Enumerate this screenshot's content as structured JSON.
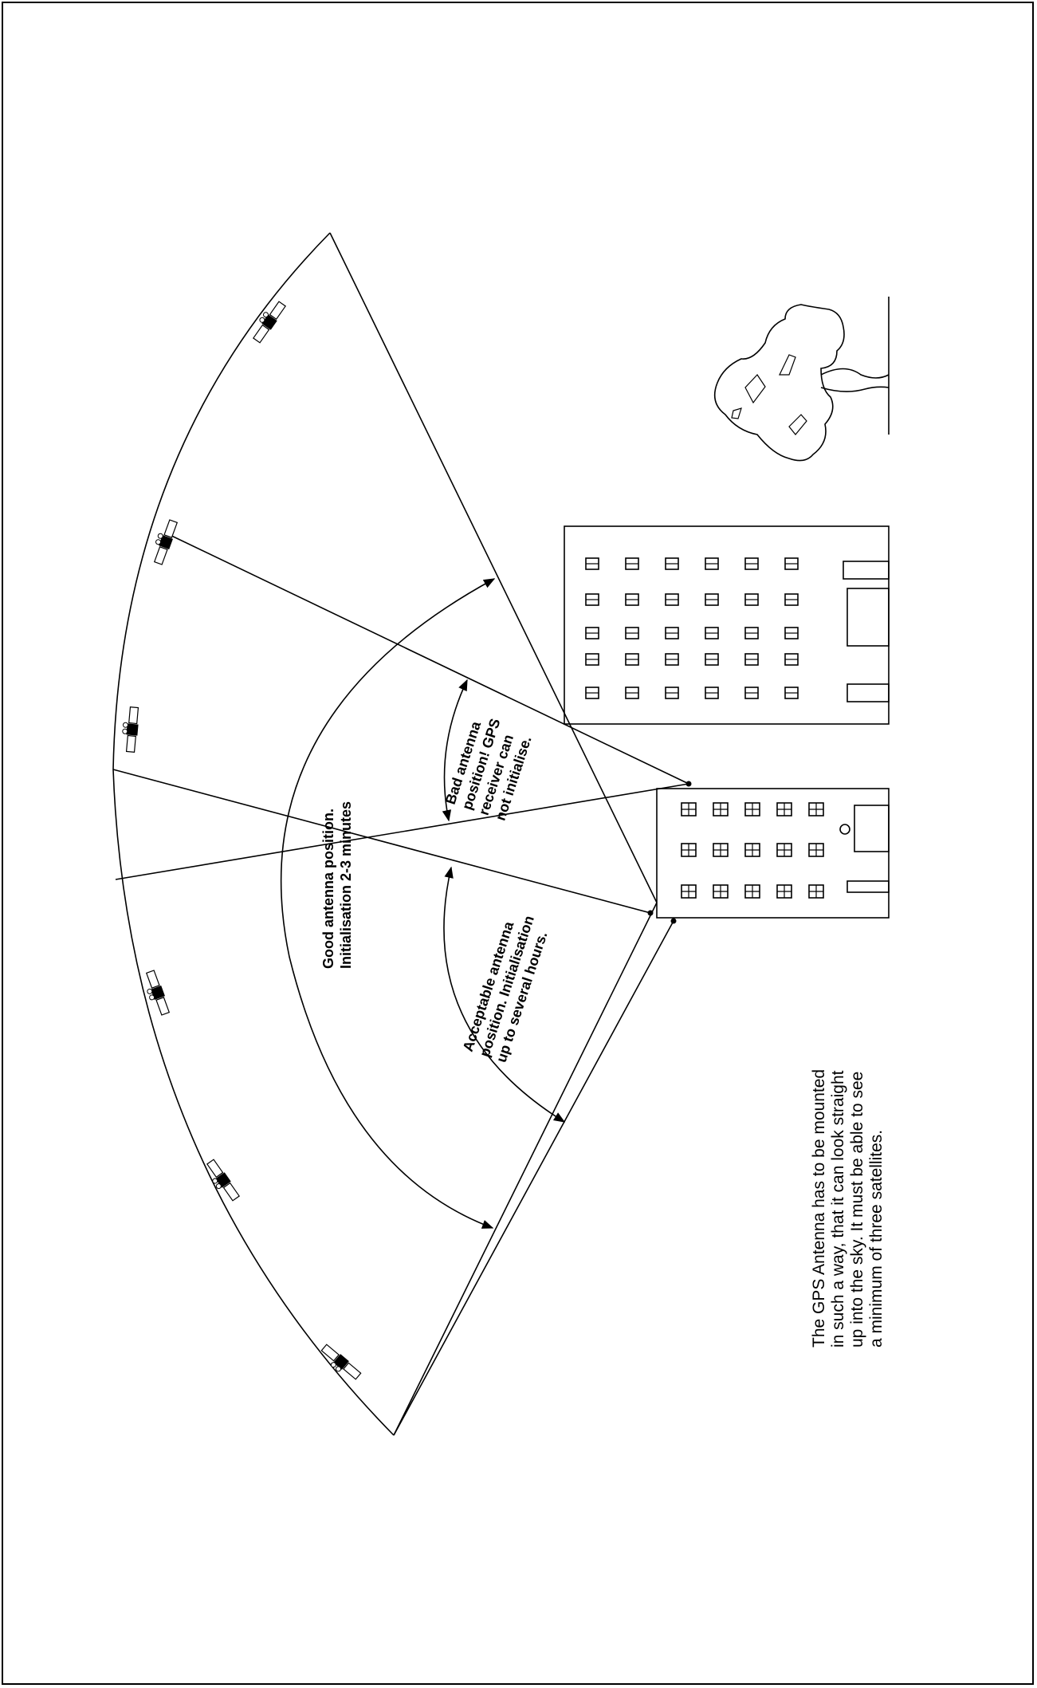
{
  "diagram": {
    "labels": {
      "good": [
        "Good antenna position.",
        "Initialisation 2-3 minutes"
      ],
      "acceptable": [
        "Acceptable antenna",
        "position. Initialisation",
        "up to several hours."
      ],
      "bad": [
        "Bad antenna",
        "position! GPS",
        "receiver can",
        "not initialise."
      ]
    },
    "note": [
      "The GPS Antenna has to be mounted",
      "in such a way, that it can look straight",
      "up into the sky. It must be able to see",
      "a minimum of three satellites."
    ],
    "icons": [
      "satellite-icon",
      "building-icon",
      "tree-icon",
      "arrow-icon"
    ],
    "colors": {
      "ink": "#000000",
      "paper": "#ffffff"
    }
  }
}
